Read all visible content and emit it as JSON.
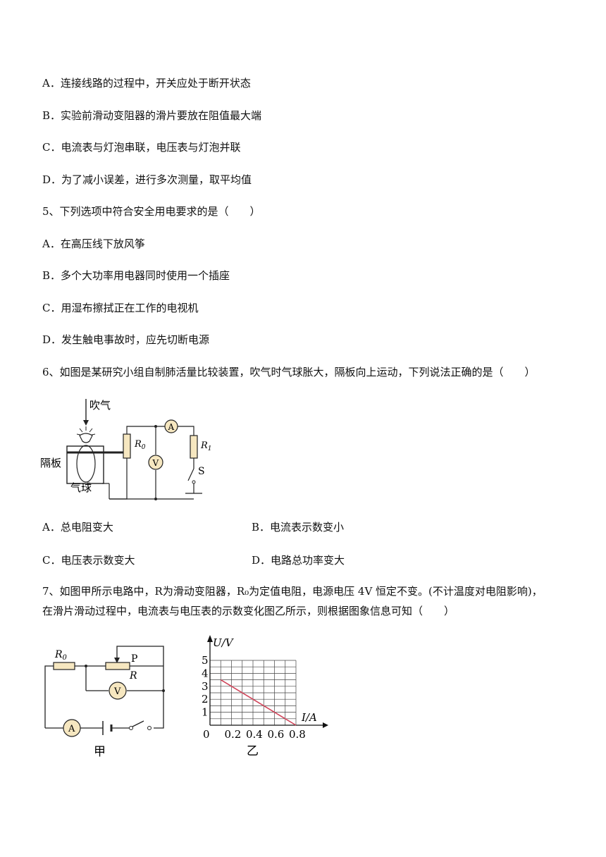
{
  "q4_options": [
    "A．连接线路的过程中，开关应处于断开状态",
    "B．实验前滑动变阻器的滑片要放在阻值最大端",
    "C．电流表与灯泡串联，电压表与灯泡并联",
    "D．为了减小误差，进行多次测量，取平均值"
  ],
  "q5": {
    "stem": "5、下列选项中符合安全用电要求的是（　　）",
    "options": [
      "A．在高压线下放风筝",
      "B．多个大功率用电器同时使用一个插座",
      "C．用湿布擦拭正在工作的电视机",
      "D．发生触电事故时，应先切断电源"
    ]
  },
  "q6": {
    "stem": "6、如图是某研究小组自制肺活量比较装置，吹气时气球胀大，隔板向上运动，下列说法正确的是（　　）",
    "figure": {
      "blow_label": "吹气",
      "plate_label": "隔板",
      "balloon_label": "气球",
      "r0_label": "R",
      "r0_sub": "0",
      "r1_label": "R",
      "r1_sub": "1",
      "ammeter": "A",
      "voltmeter": "V",
      "switch_label": "S"
    },
    "options": [
      "A．总电阻变大",
      "B．电流表示数变小",
      "C．电压表示数变大",
      "D．电路总功率变大"
    ]
  },
  "q7": {
    "stem_line1": "7、如图甲所示电路中，R为滑动变阻器，R₀为定值电阻，电源电压 4V 恒定不变。(不计温度对电阻影响)，",
    "stem_line2": "在滑片滑动过程中，电流表与电压表的示数变化图乙所示，则根据图象信息可知（　　）",
    "fig_a": {
      "r0_label": "R",
      "r0_sub": "0",
      "p_label": "P",
      "r_label": "R",
      "voltmeter": "V",
      "ammeter": "A",
      "caption": "甲"
    },
    "fig_b_caption": "乙"
  },
  "chart_data": {
    "type": "line",
    "title": "",
    "xlabel": "I/A",
    "ylabel": "U/V",
    "xlim": [
      0,
      0.9
    ],
    "ylim": [
      0,
      5
    ],
    "x_ticks": [
      "0",
      "0.2",
      "0.4",
      "0.6",
      "0.8"
    ],
    "y_ticks": [
      "1",
      "2",
      "3",
      "4",
      "5"
    ],
    "grid": true,
    "line_color": "#d0455a",
    "series": [
      {
        "x": [
          0.1,
          0.8
        ],
        "y": [
          3.5,
          0
        ]
      }
    ]
  }
}
